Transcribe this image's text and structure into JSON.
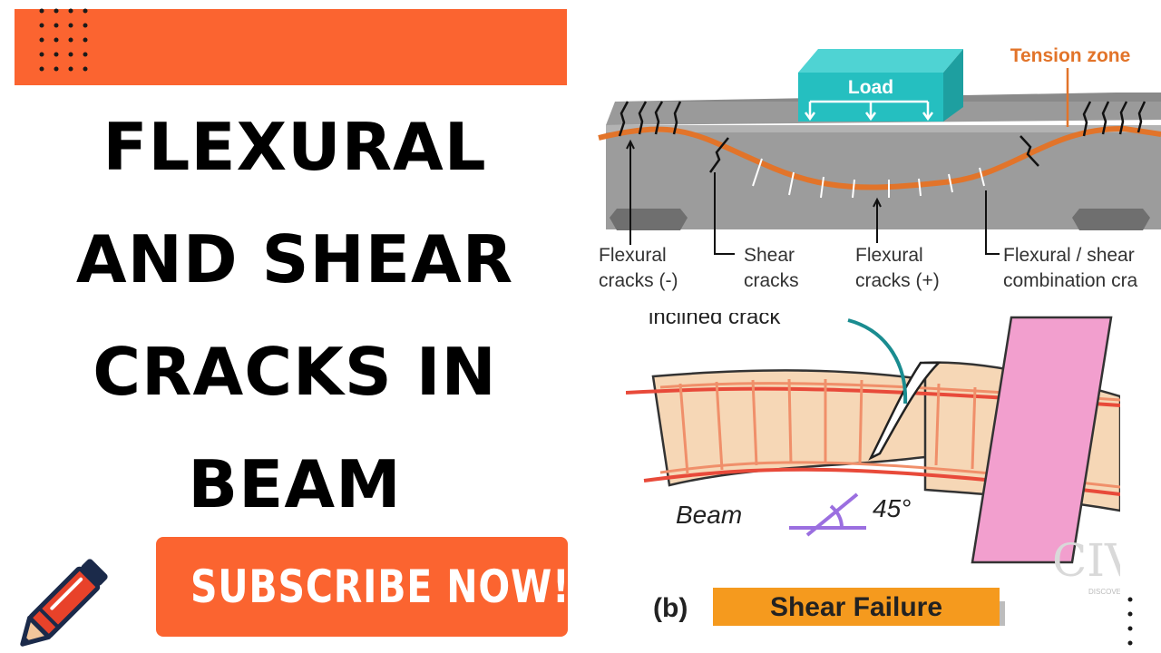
{
  "header": {
    "dots_icon": "dot-grid"
  },
  "title": {
    "lines": [
      "FLEXURAL",
      "AND SHEAR",
      "CRACKS IN",
      "BEAM"
    ]
  },
  "cta": {
    "label": "SUBSCRIBE NOW!",
    "icon": "pencil-icon"
  },
  "top_diagram": {
    "load_label": "Load",
    "tension_zone_label": "Tension zone",
    "labels": [
      {
        "line1": "Flexural",
        "line2": "cracks (-)"
      },
      {
        "line1": "Shear",
        "line2": "cracks"
      },
      {
        "line1": "Flexural",
        "line2": "cracks (+)"
      },
      {
        "line1": "Flexural / shear",
        "line2": "combination cra"
      }
    ]
  },
  "bottom_diagram": {
    "crack_label": "inclined crack",
    "beam_label": "Beam",
    "angle_label": "45°",
    "panel_letter": "(b)",
    "caption": "Shear Failure",
    "watermark": "CIV",
    "watermark_sub": "DISCOVEN"
  },
  "colors": {
    "accent": "#fb6430",
    "tension": "#e2742a",
    "load_box": "#25bfc0",
    "caption_bg": "#f59a1e",
    "pink": "#f29fce"
  }
}
